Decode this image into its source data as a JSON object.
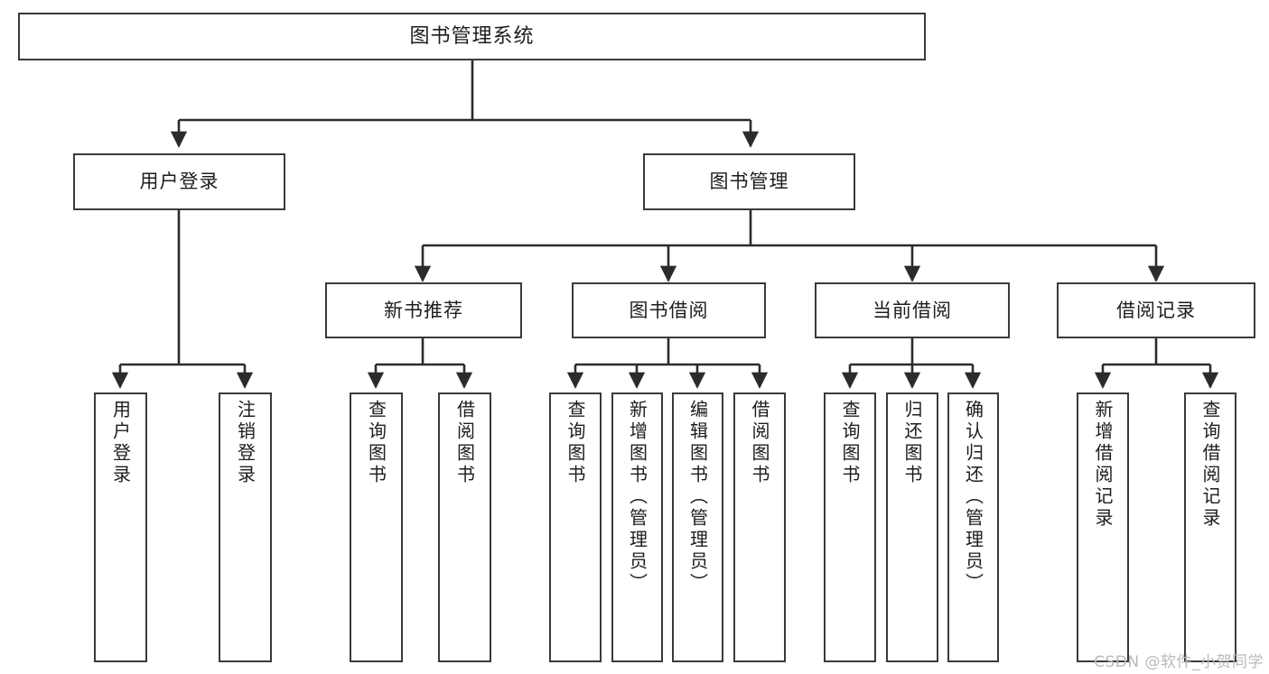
{
  "diagram": {
    "title": "图书管理系统",
    "type": "tree",
    "colors": {
      "box_border": "#3a3a3a",
      "box_fill": "#ffffff",
      "edge": "#2b2b2b",
      "text": "#1d1d1d",
      "watermark": "#b9b9b9",
      "background": "#ffffff"
    },
    "watermark": "CSDN @软件_小贺同学",
    "nodes": {
      "root": {
        "label": "图书管理系统"
      },
      "level2": [
        {
          "label": "用户登录"
        },
        {
          "label": "图书管理"
        }
      ],
      "level3": [
        {
          "label": "新书推荐"
        },
        {
          "label": "图书借阅"
        },
        {
          "label": "当前借阅"
        },
        {
          "label": "借阅记录"
        }
      ],
      "leaves": {
        "user_login": [
          {
            "label": "用户登录"
          },
          {
            "label": "注销登录"
          }
        ],
        "new_book_recommend": [
          {
            "label": "查询图书"
          },
          {
            "label": "借阅图书"
          }
        ],
        "book_borrow": [
          {
            "label": "查询图书"
          },
          {
            "label": "新增图书（管理员）"
          },
          {
            "label": "编辑图书（管理员）"
          },
          {
            "label": "借阅图书"
          }
        ],
        "current_borrow": [
          {
            "label": "查询图书"
          },
          {
            "label": "归还图书"
          },
          {
            "label": "确认归还（管理员）"
          }
        ],
        "borrow_record": [
          {
            "label": "新增借阅记录"
          },
          {
            "label": "查询借阅记录"
          }
        ]
      }
    }
  }
}
